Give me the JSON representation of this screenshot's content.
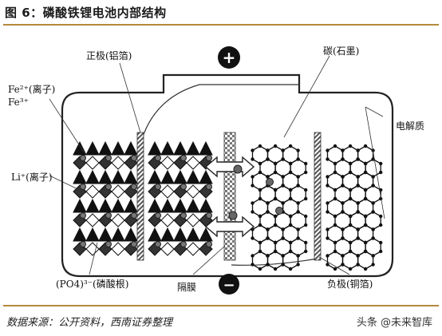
{
  "title": "图 6：磷酸铁锂电池内部结构",
  "source": "数据来源：公开资料，西南证券整理",
  "watermark": "头条 @未来智库",
  "labels": {
    "positive_sign": "+",
    "negative_sign": "−",
    "cathode_collector": "正极(铝箔)",
    "fe2": "Fe²⁺(离子)",
    "fe3": "Fe³⁺",
    "li": "Li⁺(离子)",
    "po4": "(PO4)³⁻(磷酸根)",
    "separator": "隔膜",
    "carbon": "碳(石墨)",
    "electrolyte": "电解质",
    "anode_collector": "负极(铜箔)"
  }
}
